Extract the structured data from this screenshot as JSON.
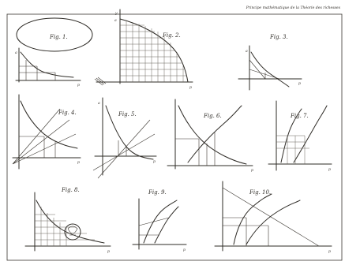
{
  "header": {
    "running_title": "Principe mathématique de la Théorie des richesses"
  },
  "figures": [
    {
      "id": "fig1",
      "caption": "Fig. 1."
    },
    {
      "id": "fig2",
      "caption": "Fig. 2."
    },
    {
      "id": "fig3",
      "caption": "Fig. 3."
    },
    {
      "id": "fig4",
      "caption": "Fig. 4."
    },
    {
      "id": "fig5",
      "caption": "Fig. 5."
    },
    {
      "id": "fig6",
      "caption": "Fig. 6."
    },
    {
      "id": "fig7",
      "caption": "Fig. 7."
    },
    {
      "id": "fig8",
      "caption": "Fig. 8."
    },
    {
      "id": "fig9",
      "caption": "Fig. 9."
    },
    {
      "id": "fig10",
      "caption": "Fig. 10."
    }
  ]
}
